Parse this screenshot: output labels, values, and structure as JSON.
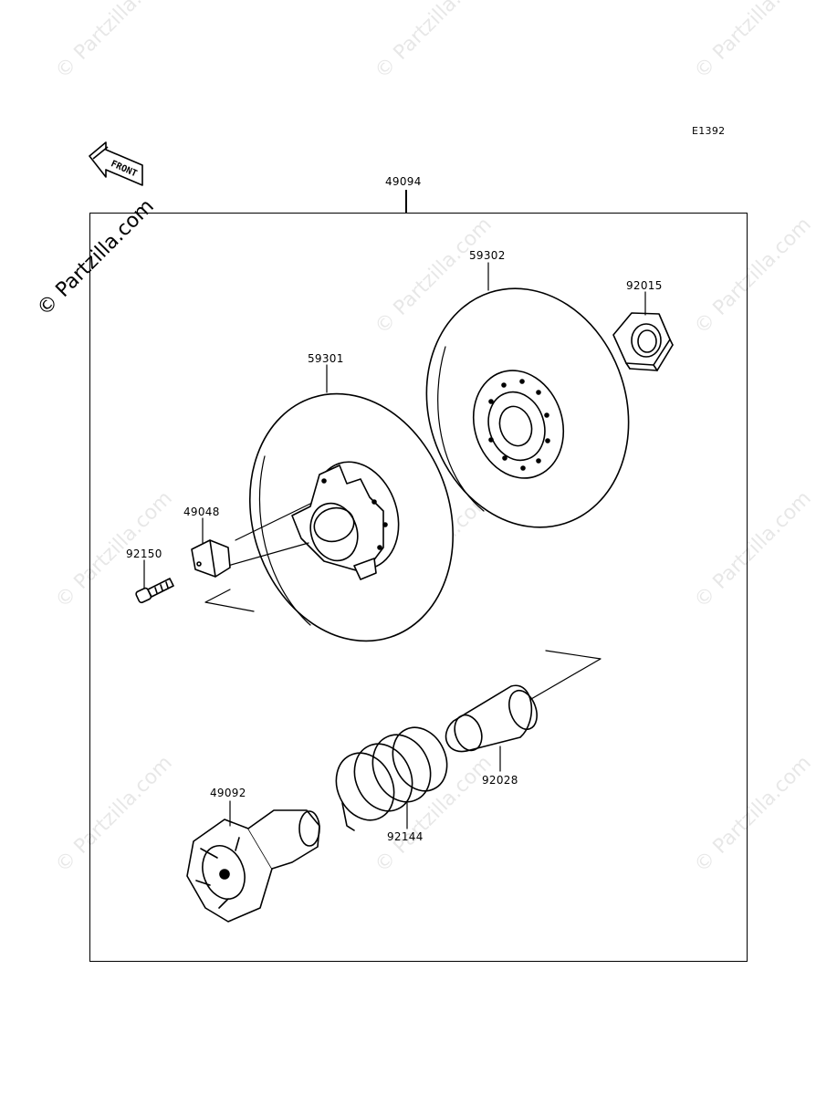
{
  "diagram_code": "E1392",
  "front_arrow_label": "FRONT",
  "watermark_text": "© Partzilla.com",
  "parts": {
    "assembly": "49094",
    "fixed_sheave": "59302",
    "nut": "92015",
    "movable_sheave": "59301",
    "cam_slider": "49048",
    "bolt": "92150",
    "collar": "92028",
    "spring": "92144",
    "cam": "49092"
  }
}
